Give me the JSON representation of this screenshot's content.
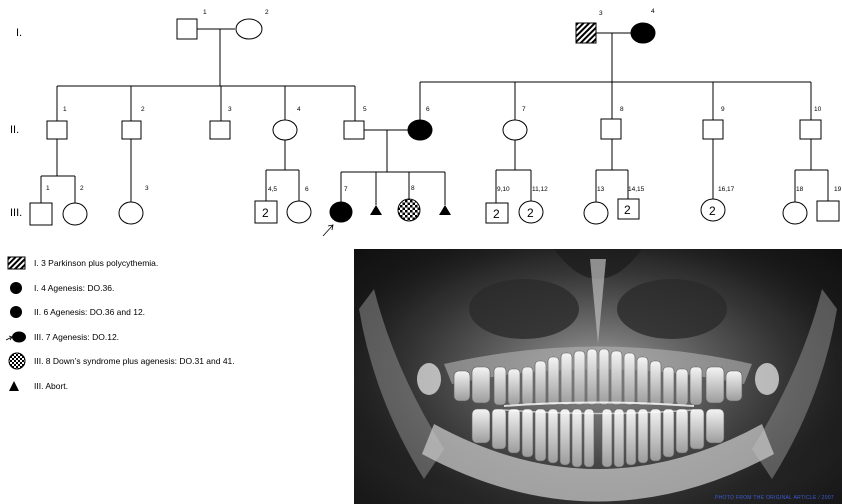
{
  "generations": [
    "I.",
    "II.",
    "III."
  ],
  "individuals": {
    "I-1": "1",
    "I-2": "2",
    "I-3": "3",
    "I-4": "4",
    "II-1": "1",
    "II-2": "2",
    "II-3": "3",
    "II-4": "4",
    "II-5": "5",
    "II-6": "6",
    "II-7": "7",
    "II-8": "8",
    "II-9": "9",
    "II-10": "10",
    "III-1": "1",
    "III-2": "2",
    "III-3": "3",
    "III-4-5": "4,5",
    "III-6": "6",
    "III-7": "7",
    "III-8": "8",
    "III-9-10": "9,10",
    "III-11-12": "11,12",
    "III-13": "13",
    "III-14-15": "14,15",
    "III-16-17": "16,17",
    "III-18": "18",
    "III-19": "19"
  },
  "multiples": {
    "III-4-5": "2",
    "III-9-10": "2",
    "III-11-12": "2",
    "III-14-15": "2",
    "III-16-17": "2"
  },
  "legend": [
    {
      "icon": "hatched-square",
      "text": "I. 3 Parkinson plus polycythemia."
    },
    {
      "icon": "filled-circle",
      "text": "I. 4 Agenesis: DO.36."
    },
    {
      "icon": "filled-circle",
      "text": "II. 6 Agenesis: DO.36 and 12."
    },
    {
      "icon": "proband-filled-circle",
      "text": "III. 7 Agenesis: DO.12."
    },
    {
      "icon": "checkered-circle",
      "text": "III. 8 Down’s syndrome  plus agenesis: DO.31 and 41."
    },
    {
      "icon": "filled-triangle",
      "text": "III. Abort."
    }
  ],
  "xray": {
    "watermark": "PHOTO FROM THE ORIGINAL ARTICLE / 2007"
  },
  "colors": {
    "line": "#000000",
    "affected": "#000000",
    "xray_bone": "#e8e8e8"
  }
}
